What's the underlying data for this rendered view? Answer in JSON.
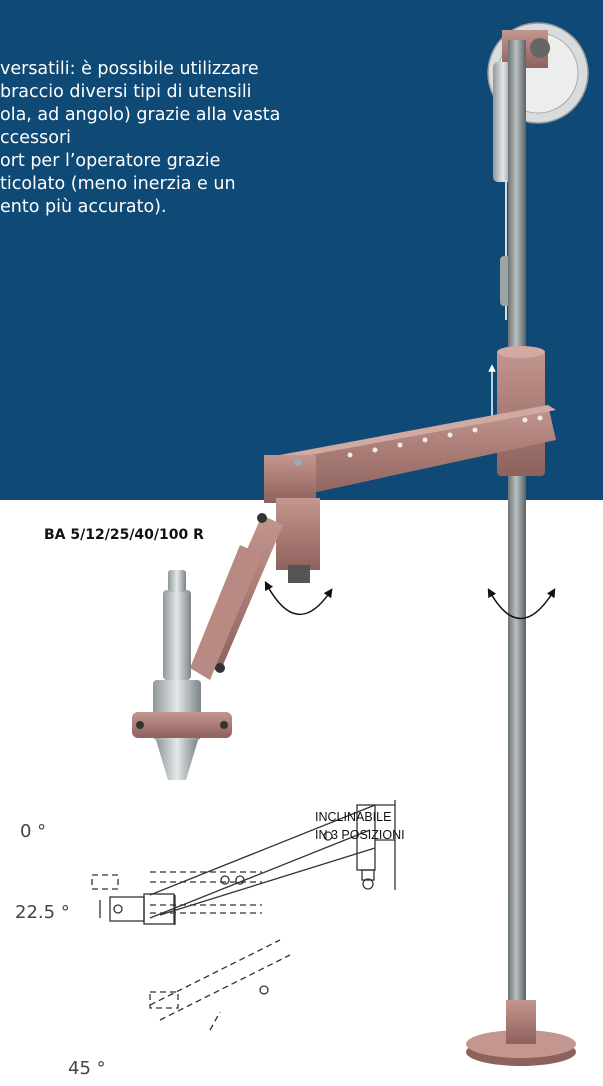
{
  "intro_lines": [
    "versatili: è possibile utilizzare",
    "braccio diversi tipi di utensili",
    "ola, ad angolo) grazie alla vasta",
    "ccessori",
    "ort per l’operatore grazie",
    "ticolato (meno inerzia e un",
    "ento più accurato)."
  ],
  "model_label": "BA 5/12/25/40/100 R",
  "angles": [
    "0 °",
    "22.5 °",
    "45 °"
  ],
  "tilt_note": [
    "INCLINABILE",
    "IN 3 POSIZIONI"
  ],
  "colors": {
    "header_bg": "#0f4976",
    "arm_color": "#a97a74",
    "pole_color": "#8b9294"
  }
}
